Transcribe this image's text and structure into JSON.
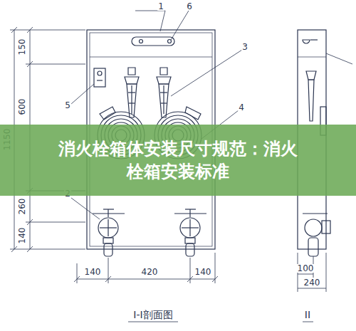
{
  "diagram": {
    "title": "消火栓箱体安装尺寸规范：消火栓箱安装标准",
    "labels": [
      "1",
      "6",
      "3",
      "5",
      "4",
      "2",
      "150",
      "600",
      "1150",
      "260",
      "140",
      "140",
      "420",
      "140",
      "I-I剖面图",
      "100",
      "240",
      "II"
    ]
  }
}
